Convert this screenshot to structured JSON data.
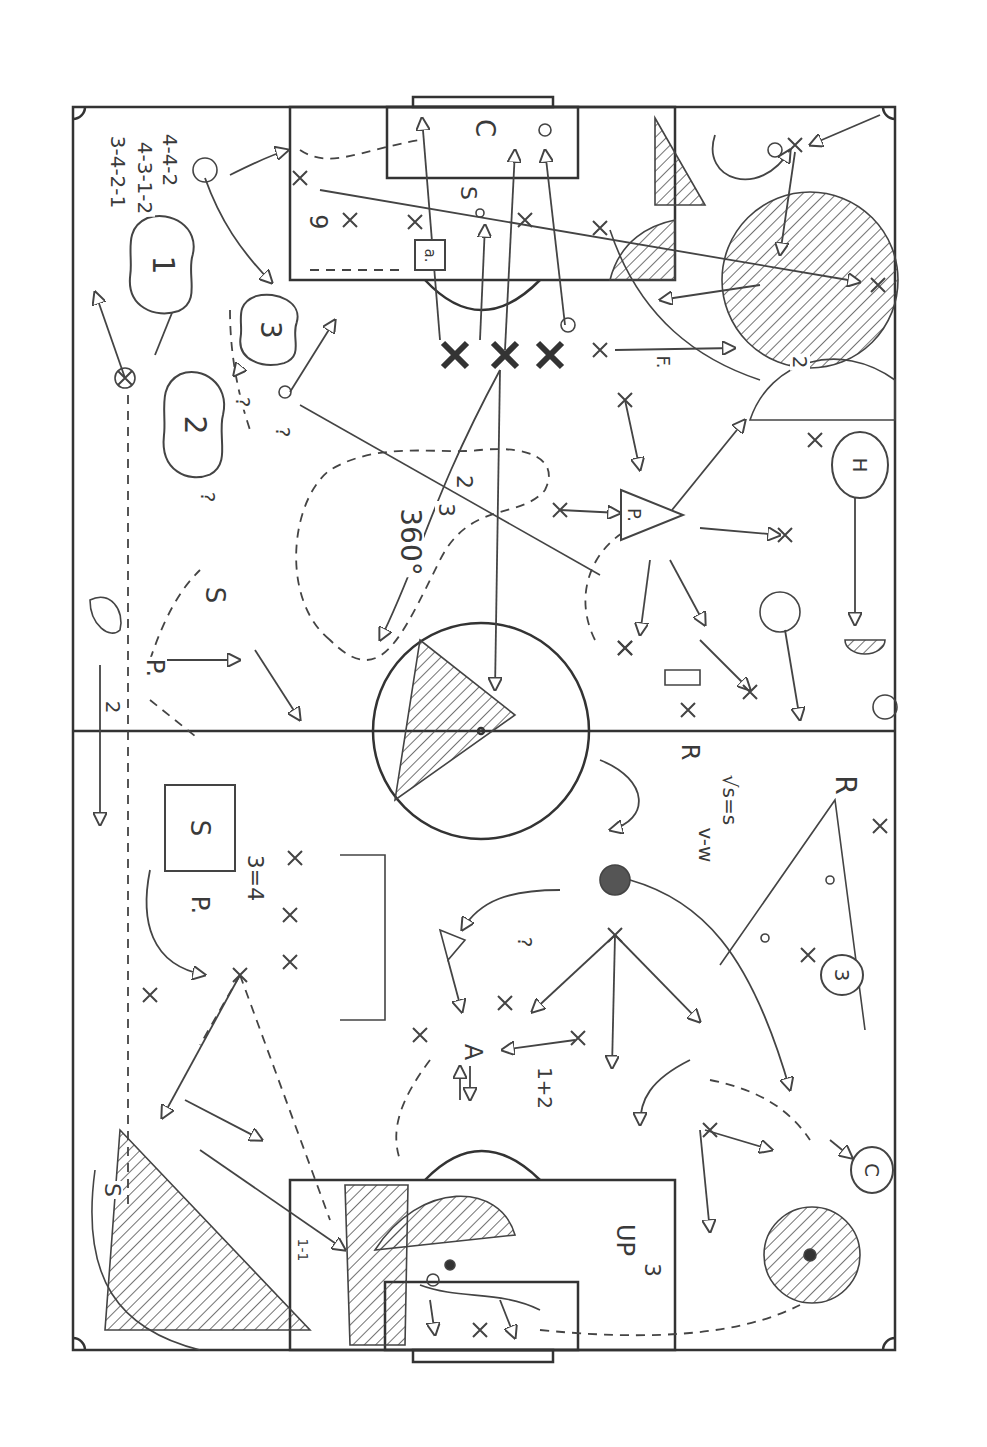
{
  "diagram": {
    "nodes": [
      {
        "text": [
          "1"
        ]
      },
      {
        "text": [
          "3"
        ]
      },
      {
        "text": [
          "2"
        ]
      },
      {
        "text": [
          "a."
        ]
      },
      {
        "text": [
          "P."
        ]
      },
      {
        "text": [
          "H"
        ]
      },
      {
        "text": [
          "S"
        ]
      },
      {
        "text": [
          "3"
        ]
      },
      {
        "text": [
          "C"
        ]
      }
    ],
    "edges": [
      {
        "from": 1,
        "to": 2,
        "arrow": "to"
      }
    ],
    "labels": [
      "4-4-2",
      "4-3-1-2",
      "3-4-2-1",
      "9",
      "C",
      "S",
      "F.",
      "2",
      "?",
      "?",
      "?",
      "2",
      "3",
      "360°",
      "S",
      "P.",
      "2",
      "R",
      "R",
      "√s=s",
      "v-w",
      "P.",
      "3=4",
      "?",
      "A",
      "1+2",
      "UP",
      "3",
      "S",
      "1-1"
    ]
  }
}
